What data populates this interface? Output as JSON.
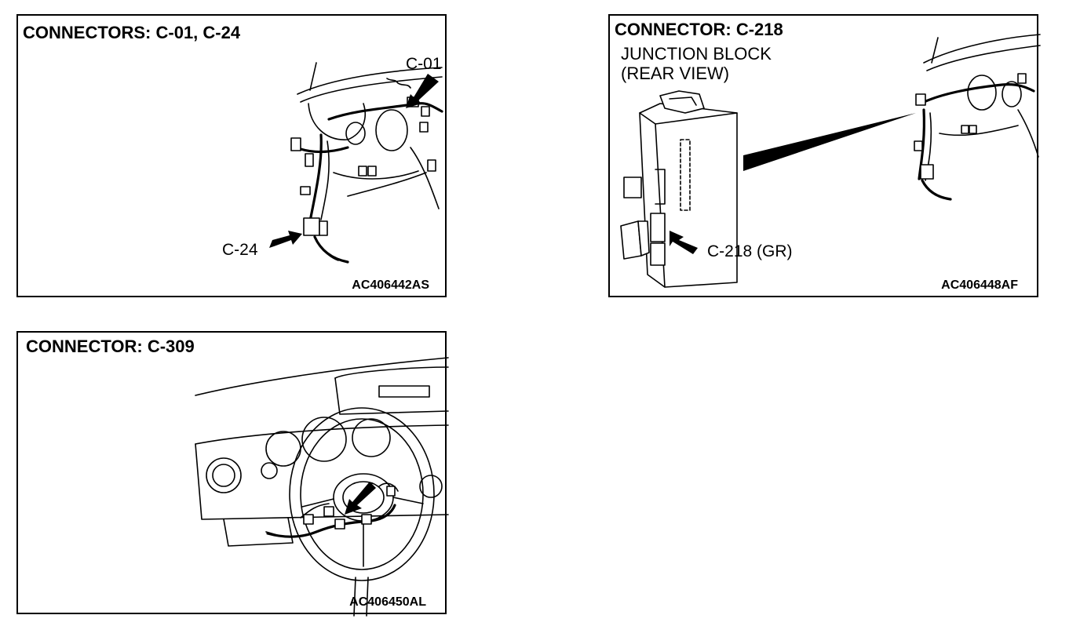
{
  "panels": [
    {
      "title": "CONNECTORS: C-01, C-24",
      "code": "AC406442AS",
      "callouts": [
        "C-01",
        "C-24"
      ]
    },
    {
      "title": "CONNECTOR: C-218",
      "subtitle_line1": "JUNCTION BLOCK",
      "subtitle_line2": "(REAR VIEW)",
      "code": "AC406448AF",
      "callouts": [
        "C-218 (GR)"
      ]
    },
    {
      "title": "CONNECTOR: C-309",
      "code": "AC406450AL",
      "callouts": []
    }
  ]
}
